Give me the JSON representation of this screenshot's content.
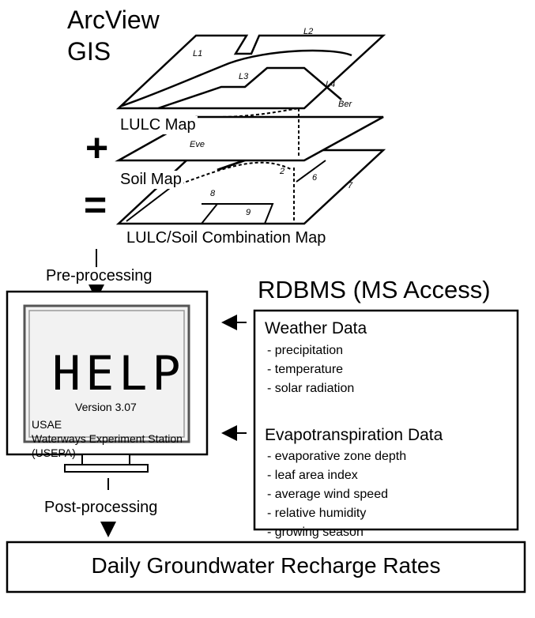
{
  "gis": {
    "title_line1": "ArcView",
    "title_line2": "GIS",
    "lulc_label": "LULC Map",
    "plus_sign": "+",
    "soil_label": "Soil Map",
    "equals_sign": "=",
    "combo_label": "LULC/Soil Combination Map",
    "zones_top": [
      "L1",
      "L2",
      "L3",
      "L4",
      "Ber"
    ],
    "zones_middle": [
      "Eve"
    ],
    "zones_bottom": [
      "2",
      "6",
      "7",
      "8",
      "9"
    ]
  },
  "flow": {
    "pre_processing": "Pre-processing",
    "post_processing": "Post-processing"
  },
  "help_model": {
    "logo": "HELP",
    "version": "Version 3.07",
    "org_line1": "USAE",
    "org_line2": "Waterways Experiment Station",
    "org_line3": "(USEPA)"
  },
  "rdbms": {
    "title": "RDBMS (MS Access)",
    "weather": {
      "heading": "Weather Data",
      "items": [
        "- precipitation",
        "- temperature",
        "- solar radiation"
      ]
    },
    "evapotranspiration": {
      "heading": "Evapotranspiration Data",
      "items": [
        "- evaporative zone depth",
        "- leaf area index",
        "- average wind speed",
        "- relative humidity",
        "- growing season"
      ]
    }
  },
  "result": {
    "label": "Daily Groundwater Recharge Rates"
  }
}
